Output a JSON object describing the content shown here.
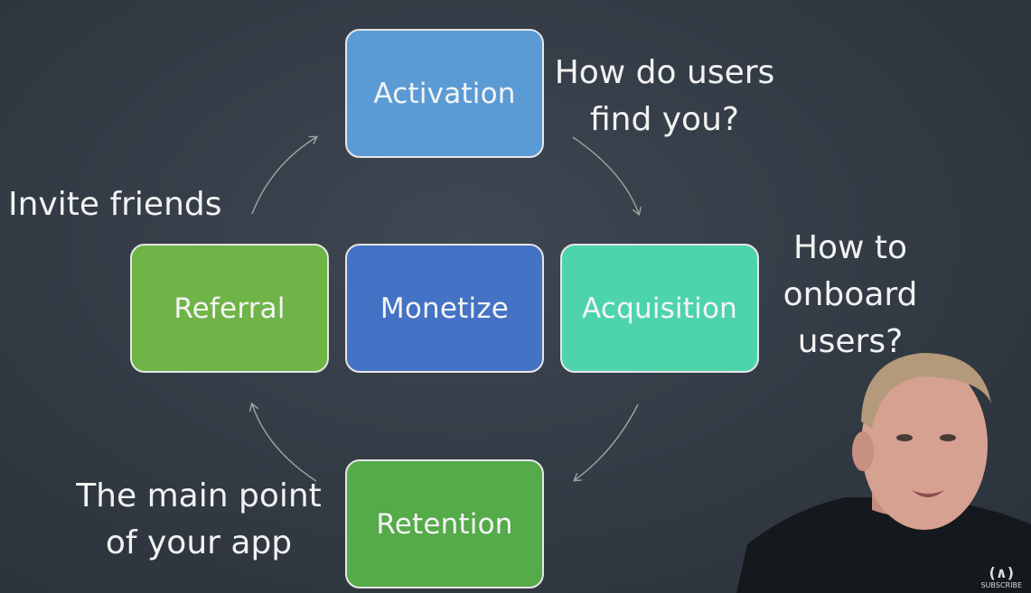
{
  "diagram": {
    "boxes": {
      "top": {
        "label": "Activation",
        "color": "#5b9bd5"
      },
      "left": {
        "label": "Referral",
        "color": "#6fb447"
      },
      "center": {
        "label": "Monetize",
        "color": "#4472c4"
      },
      "right": {
        "label": "Acquisition",
        "color": "#4dd4ac"
      },
      "bottom": {
        "label": "Retention",
        "color": "#55aa4a"
      }
    },
    "notes": {
      "top_right": [
        "How do users",
        "find you?"
      ],
      "left": "Invite friends",
      "right": [
        "How to",
        "onboard",
        "users?"
      ],
      "bottom_left": [
        "The main point",
        "of your app"
      ]
    }
  },
  "overlay": {
    "brand_glyph": "(∧)",
    "subscribe_label": "SUBSCRIBE"
  }
}
